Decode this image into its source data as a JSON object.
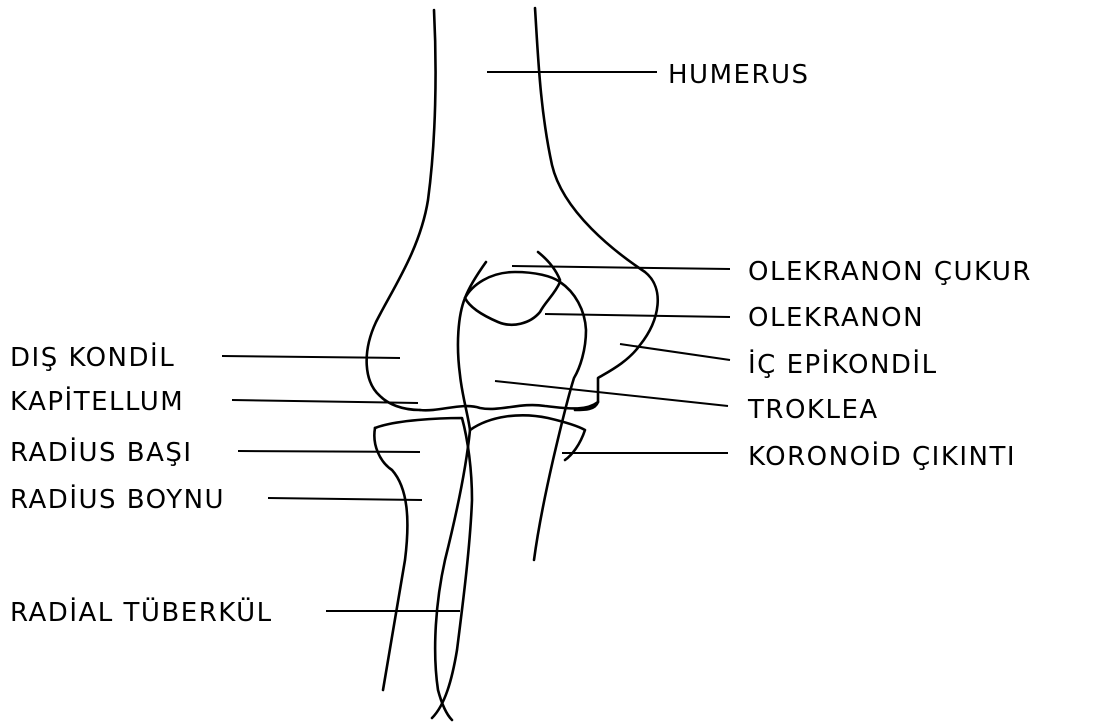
{
  "labels": {
    "humerus": "HUMERUS",
    "olekranon_cukur": "OLEKRANON ÇUKUR",
    "olekranon": "OLEKRANON",
    "ic_epikondil": "İÇ EPİKONDİL",
    "troklea": "TROKLEA",
    "koronoid_cikinti": "KORONOİD ÇIKINTI",
    "dis_kondil": "DIŞ KONDİL",
    "kapitellum": "KAPİTELLUM",
    "radius_basi": "RADİUS BAŞI",
    "radius_boynu": "RADİUS BOYNU",
    "radial_tuberkul": "RADİAL TÜBERKÜL"
  },
  "colors": {
    "line": "#000000",
    "background": "#ffffff"
  }
}
